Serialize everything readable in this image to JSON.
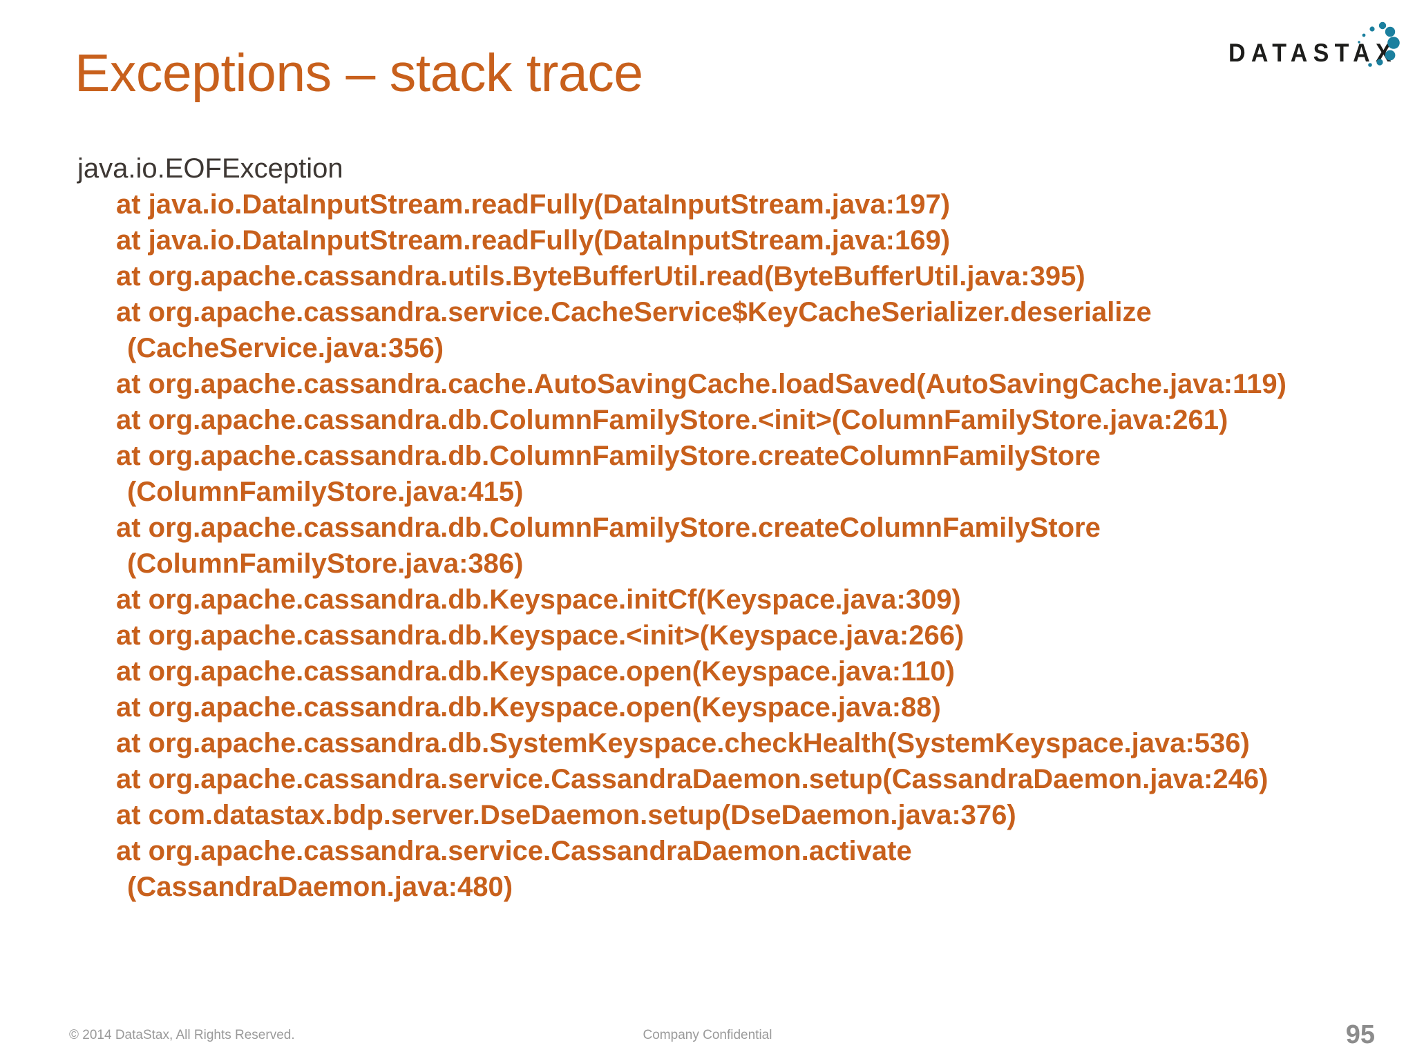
{
  "brand": {
    "logo_text": "DATASTAX",
    "logo_dot_color": "#1b7f9e",
    "logo_text_color": "#1d1d1b",
    "accent_color": "#c8601c"
  },
  "slide": {
    "title": "Exceptions – stack trace",
    "page_number": "95"
  },
  "stack_trace": {
    "exception": "java.io.EOFException",
    "lines": [
      {
        "kind": "at",
        "text": "at java.io.DataInputStream.readFully(DataInputStream.java:197)"
      },
      {
        "kind": "at",
        "text": "at java.io.DataInputStream.readFully(DataInputStream.java:169)"
      },
      {
        "kind": "at",
        "text": "at org.apache.cassandra.utils.ByteBufferUtil.read(ByteBufferUtil.java:395)"
      },
      {
        "kind": "at",
        "text": "at org.apache.cassandra.service.CacheService$KeyCacheSerializer.deserialize"
      },
      {
        "kind": "cont",
        "text": "(CacheService.java:356)"
      },
      {
        "kind": "at",
        "text": "at org.apache.cassandra.cache.AutoSavingCache.loadSaved(AutoSavingCache.java:119)"
      },
      {
        "kind": "at",
        "text": "at org.apache.cassandra.db.ColumnFamilyStore.<init>(ColumnFamilyStore.java:261)"
      },
      {
        "kind": "at",
        "text": "at org.apache.cassandra.db.ColumnFamilyStore.createColumnFamilyStore"
      },
      {
        "kind": "cont",
        "text": "(ColumnFamilyStore.java:415)"
      },
      {
        "kind": "at",
        "text": "at org.apache.cassandra.db.ColumnFamilyStore.createColumnFamilyStore"
      },
      {
        "kind": "cont",
        "text": "(ColumnFamilyStore.java:386)"
      },
      {
        "kind": "at",
        "text": "at org.apache.cassandra.db.Keyspace.initCf(Keyspace.java:309)"
      },
      {
        "kind": "at",
        "text": "at org.apache.cassandra.db.Keyspace.<init>(Keyspace.java:266)"
      },
      {
        "kind": "at",
        "text": "at org.apache.cassandra.db.Keyspace.open(Keyspace.java:110)"
      },
      {
        "kind": "at",
        "text": "at org.apache.cassandra.db.Keyspace.open(Keyspace.java:88)"
      },
      {
        "kind": "at",
        "text": "at org.apache.cassandra.db.SystemKeyspace.checkHealth(SystemKeyspace.java:536)"
      },
      {
        "kind": "at",
        "text": "at org.apache.cassandra.service.CassandraDaemon.setup(CassandraDaemon.java:246)"
      },
      {
        "kind": "at",
        "text": "at com.datastax.bdp.server.DseDaemon.setup(DseDaemon.java:376)"
      },
      {
        "kind": "at",
        "text": "at org.apache.cassandra.service.CassandraDaemon.activate"
      },
      {
        "kind": "cont",
        "text": "(CassandraDaemon.java:480)"
      }
    ]
  },
  "footer": {
    "copyright": "© 2014 DataStax, All Rights Reserved.",
    "confidential": "Company Confidential"
  }
}
